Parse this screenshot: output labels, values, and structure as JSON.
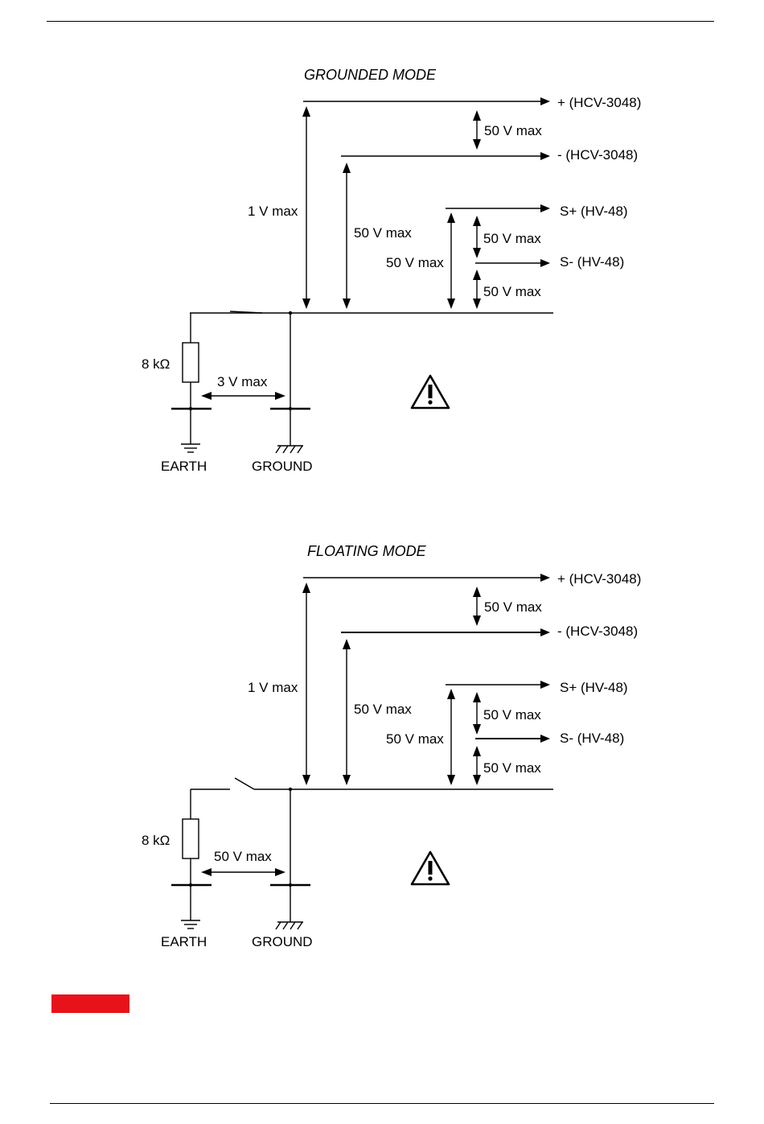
{
  "diagrams": [
    {
      "title": "GROUNDED MODE",
      "switch_state": "closed",
      "terminals": {
        "plus": "+ (HCV-3048)",
        "minus": "- (HCV-3048)",
        "s_plus": "S+ (HV-48)",
        "s_minus": "S- (HV-48)"
      },
      "voltages": {
        "plus_minus": "50 V max",
        "plus_common": "1 V max",
        "minus_common": "50 V max",
        "splus_sminus": "50 V max",
        "splus_common": "50 V max",
        "sminus_common": "50 V max",
        "earth_ground": "3 V max"
      },
      "resistor": "8 kΩ",
      "earth_label": "EARTH",
      "ground_label": "GROUND"
    },
    {
      "title": "FLOATING MODE",
      "switch_state": "open",
      "terminals": {
        "plus": "+ (HCV-3048)",
        "minus": "- (HCV-3048)",
        "s_plus": "S+ (HV-48)",
        "s_minus": "S- (HV-48)"
      },
      "voltages": {
        "plus_minus": "50 V max",
        "plus_common": "1 V max",
        "minus_common": "50 V max",
        "splus_sminus": "50 V max",
        "splus_common": "50 V max",
        "sminus_common": "50 V max",
        "earth_ground": "50 V max"
      },
      "resistor": "8 kΩ",
      "earth_label": "EARTH",
      "ground_label": "GROUND"
    }
  ],
  "icons": {
    "warning": "warning-triangle-icon"
  },
  "colors": {
    "red_marker": "#e8121a"
  }
}
